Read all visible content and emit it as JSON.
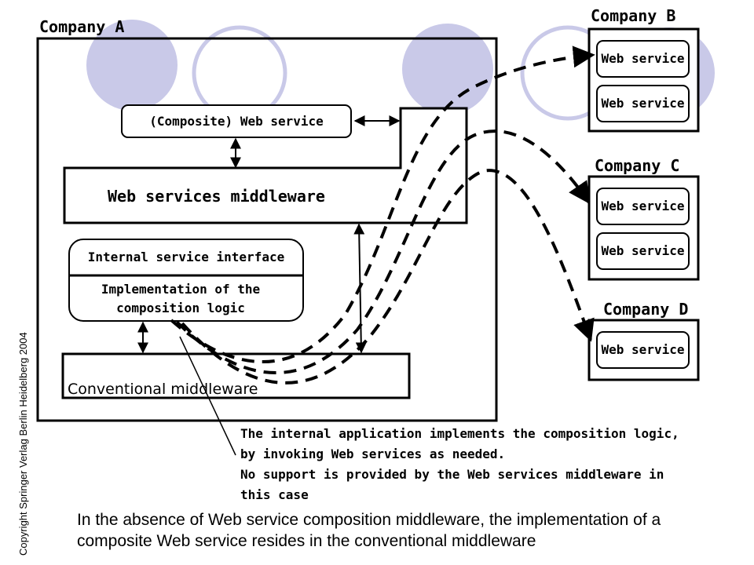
{
  "companies": {
    "a": "Company A",
    "b": "Company B",
    "c": "Company C",
    "d": "Company D"
  },
  "web_service_label": "Web service",
  "composite_service": "(Composite) Web service",
  "ws_middleware": "Web services middleware",
  "internal_interface": "Internal service interface",
  "composition_logic": "Implementation of the composition logic",
  "conventional_middleware": "Conventional middleware",
  "annotation": "The internal application implements the composition logic, by invoking Web services as needed.\nNo support is provided by the Web services middleware in this case",
  "caption": "In the absence of Web service composition middleware, the implementation of a composite Web service resides in the conventional middleware",
  "copyright": "Copyright Springer Verlag Berlin Heidelberg 2004",
  "colors": {
    "circle_fill": "#c9c9e8",
    "circle_outline": "#c9c9e8",
    "line": "#000000"
  }
}
